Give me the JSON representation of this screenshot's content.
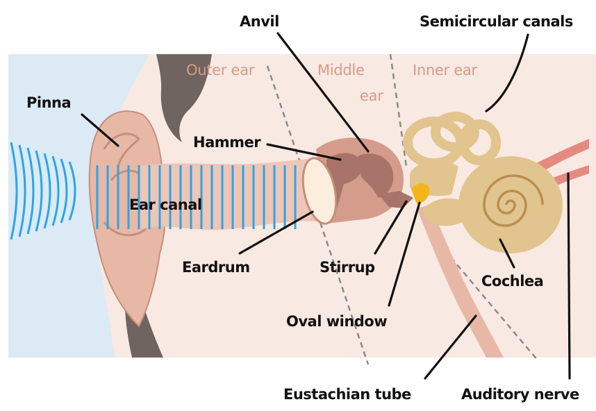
{
  "diagram": {
    "regions": [
      {
        "key": "outer",
        "text": "Outer ear"
      },
      {
        "key": "middle_1",
        "text": "Middle"
      },
      {
        "key": "middle_2",
        "text": "ear"
      },
      {
        "key": "inner",
        "text": "Inner ear"
      }
    ],
    "labels": {
      "anvil": "Anvil",
      "semicircular_canals": "Semicircular canals",
      "pinna": "Pinna",
      "hammer": "Hammer",
      "ear_canal": "Ear canal",
      "eardrum": "Eardrum",
      "stirrup": "Stirrup",
      "cochlea": "Cochlea",
      "oval_window": "Oval window",
      "eustachian_tube": "Eustachian tube",
      "auditory_nerve": "Auditory nerve"
    },
    "colors": {
      "background_panel": "#f8e9e2",
      "sky": "#dbeaf5",
      "sound_waves": "#2aa5e6",
      "skin": "#e8b8a6",
      "skin_dark": "#c58e7c",
      "hair": "#6f6460",
      "ossicles": "#a8746a",
      "inner_ear_bone": "#e2c48e",
      "oval_window": "#f2b51c",
      "eardrum": "#fbeedd",
      "nerve": "#e48a80",
      "region_text": "#d79a8a",
      "divider": "#8a8a8a",
      "label_text": "#111111"
    }
  }
}
